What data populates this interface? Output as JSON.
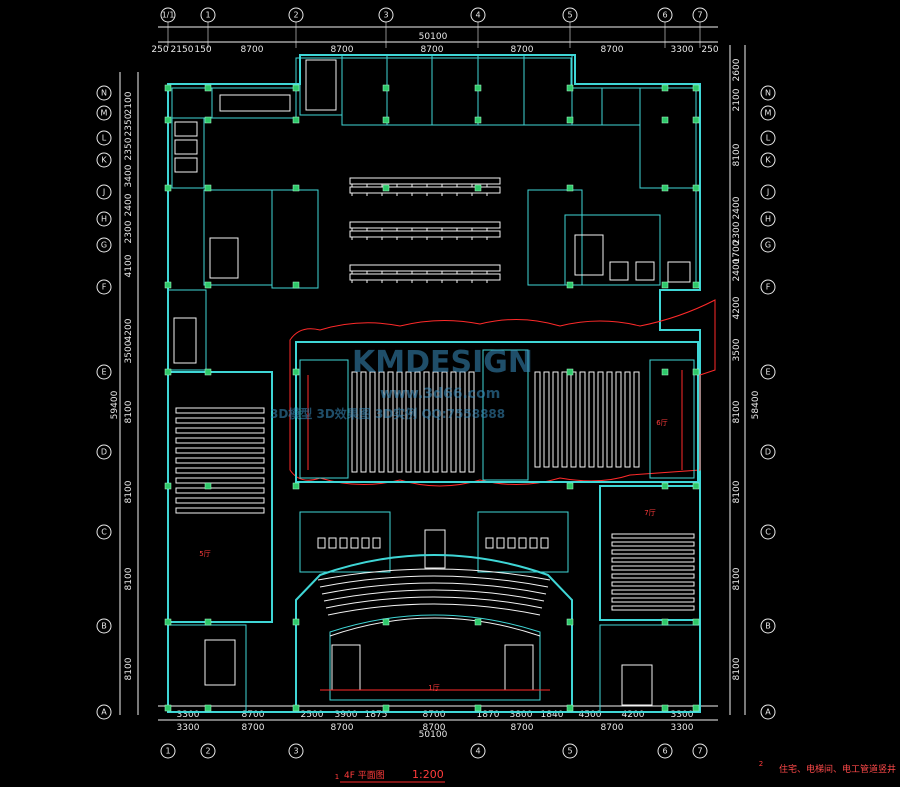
{
  "drawing": {
    "top_axis_labels": [
      "1/1",
      "1",
      "2",
      "3",
      "4",
      "5",
      "6",
      "7"
    ],
    "bottom_axis_labels": [
      "1",
      "2",
      "3",
      "4",
      "5",
      "6",
      "7"
    ],
    "left_axis_labels": [
      "N",
      "M",
      "L",
      "K",
      "J",
      "H",
      "G",
      "F",
      "E",
      "D",
      "C",
      "B",
      "A"
    ],
    "right_axis_labels": [
      "N",
      "M",
      "L",
      "K",
      "J",
      "H",
      "G",
      "F",
      "E",
      "D",
      "C",
      "B",
      "A"
    ],
    "top_total": "50100",
    "top_dims": [
      "250",
      "2150",
      "150",
      "8700",
      "8700",
      "8700",
      "8700",
      "8700",
      "3300",
      "250"
    ],
    "bottom_dims_row1": [
      "3300",
      "8700",
      "2500",
      "3900",
      "1875",
      "8700",
      "1870",
      "3800",
      "1840",
      "4500",
      "4200",
      "3300"
    ],
    "bottom_dims_row2": [
      "3300",
      "8700",
      "8700",
      "8700",
      "8700",
      "8700",
      "3300"
    ],
    "bottom_total": "50100",
    "left_total": "59400",
    "right_total": "58400",
    "left_dims": [
      "2100",
      "2350",
      "2350",
      "3400",
      "2400",
      "2300",
      "4100",
      "4200",
      "3500",
      "8100",
      "8100",
      "8100",
      "8100"
    ],
    "right_dims": [
      "2600",
      "2100",
      "8100",
      "2400",
      "2300",
      "1700",
      "2400",
      "4200",
      "3500",
      "8100",
      "8100",
      "8100",
      "8100"
    ],
    "mark_1": "1",
    "mark_2": "2",
    "room_labels": [
      "6厅",
      "7厅",
      "5厅",
      "1厅"
    ],
    "title_text": "4F 平面图",
    "scale_text": "1:200",
    "note_text": "住宅、电梯间、电工管道竖井",
    "watermark_main": "KMDESIGN",
    "watermark_url": "www.3d66.com",
    "watermark_sub": "3D模型 3D效果图 3D实例 QQ:7558888"
  }
}
